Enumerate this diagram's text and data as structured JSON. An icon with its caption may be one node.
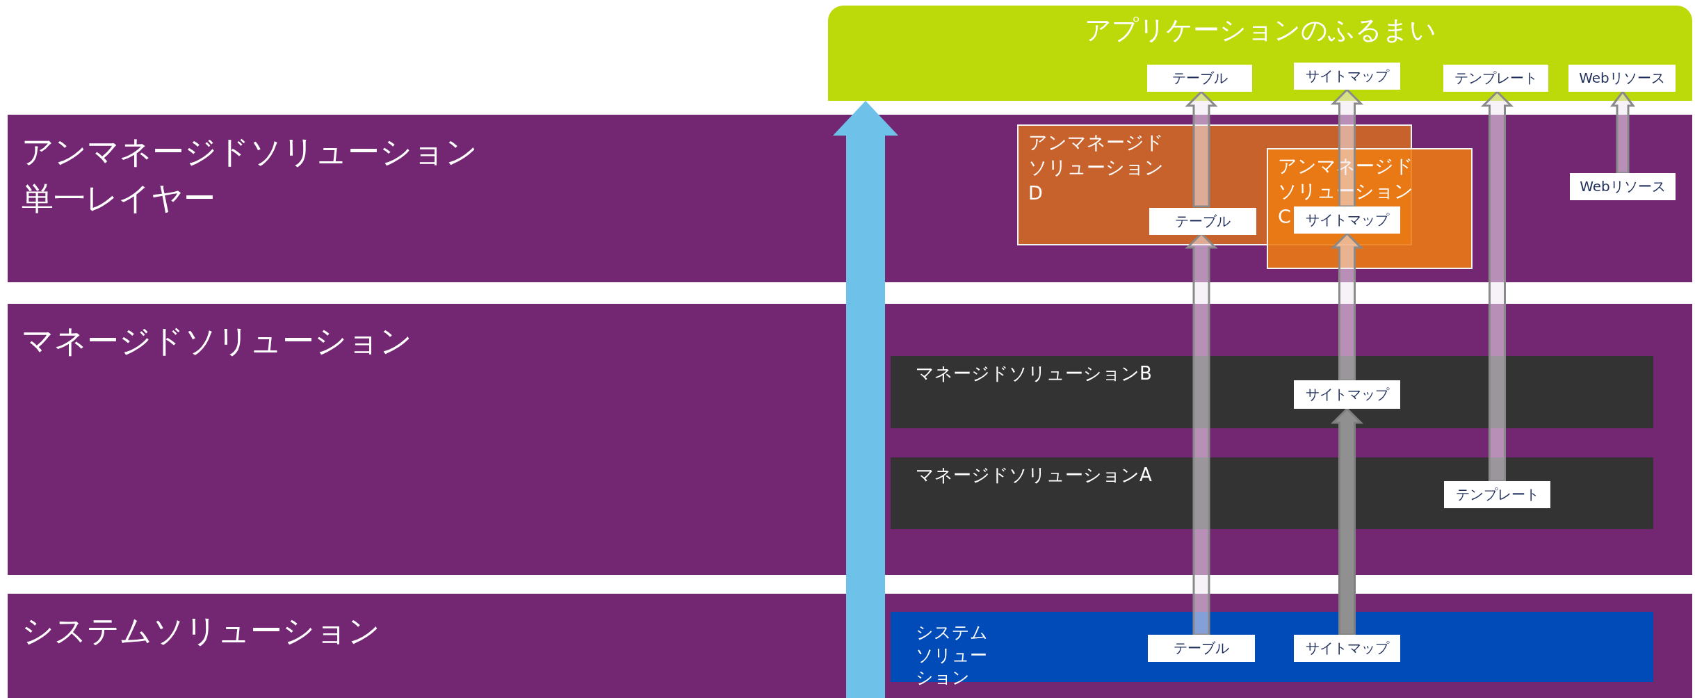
{
  "diagram": {
    "nodes": [
      {
        "text": [
          "アプリケーションのふるまい"
        ]
      },
      {
        "text": [
          "テーブル"
        ],
        "in": 0
      },
      {
        "text": [
          "サイトマップ"
        ],
        "in": 0
      },
      {
        "text": [
          "テンプレート"
        ],
        "in": 0
      },
      {
        "text": [
          "Webリソース"
        ],
        "in": 0
      },
      {
        "text": [
          "アンマネージドソリューション単一レイヤー"
        ]
      },
      {
        "text": [
          "アンマネージドソリューション D"
        ],
        "in": 5
      },
      {
        "text": [
          "テーブル"
        ],
        "in": 6
      },
      {
        "text": [
          "アンマネージドソリューション C"
        ],
        "in": 5
      },
      {
        "text": [
          "サイトマップ"
        ]
      },
      {
        "text": [
          "Webリソース"
        ],
        "in": 5
      },
      {
        "text": [
          "マネージドソリューション"
        ]
      },
      {
        "text": [
          "マネージドソリューションB"
        ],
        "in": 11
      },
      {
        "text": [
          "サイトマップ"
        ],
        "in": 12
      },
      {
        "text": [
          "マネージドソリューションA"
        ],
        "in": 11
      },
      {
        "text": [
          "テンプレート"
        ],
        "in": 14
      },
      {
        "text": [
          "システムソリューション"
        ]
      },
      {
        "text": [
          "システムソリューション"
        ],
        "in": 16
      },
      {
        "text": [
          "テーブル"
        ],
        "in": 17
      },
      {
        "text": [
          "サイトマップ"
        ],
        "in": 17
      }
    ],
    "edges": [
      {
        "from": null,
        "to": 0,
        "arrow": "to",
        "style": "thick",
        "color": "#6ec1e8"
      },
      {
        "from": 18,
        "to": 7,
        "arrow": "to"
      },
      {
        "from": 7,
        "to": 1,
        "arrow": "to"
      },
      {
        "from": 19,
        "to": 13,
        "arrow": "to",
        "color": "#909090"
      },
      {
        "from": 13,
        "to": 9,
        "arrow": "to"
      },
      {
        "from": 9,
        "to": 2,
        "arrow": "to"
      },
      {
        "from": 15,
        "to": 3,
        "arrow": "to"
      },
      {
        "from": 10,
        "to": 4,
        "arrow": "to"
      }
    ]
  }
}
